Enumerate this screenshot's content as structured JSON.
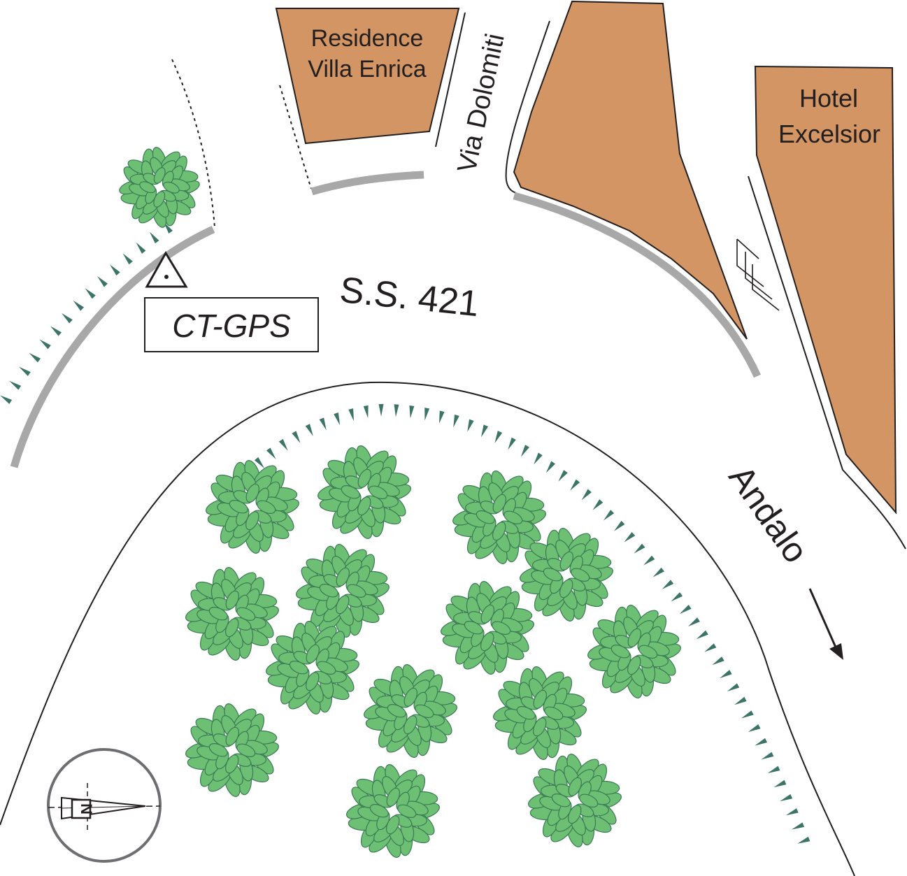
{
  "map": {
    "buildings": [
      {
        "id": "residence",
        "label_lines": [
          "Residence",
          "Villa Enrica"
        ]
      },
      {
        "id": "hotel",
        "label_lines": [
          "Hotel",
          "Excelsior"
        ]
      }
    ],
    "labels": {
      "road_main": "S.S. 421",
      "road_side": "Via Dolomiti",
      "direction": "Andalo",
      "station": "CT-GPS",
      "compass_letter": "N"
    },
    "colors": {
      "building_fill": "#d29563",
      "tree_fill": "#6dbf73",
      "tree_stroke": "#3b7a55",
      "tick_color": "#3c7468",
      "road_edge": "#a8a8a8",
      "line": "#231f20"
    },
    "icons": [
      "tree-icon",
      "gps-station-triangle-icon",
      "compass-icon",
      "direction-arrow-icon"
    ]
  }
}
